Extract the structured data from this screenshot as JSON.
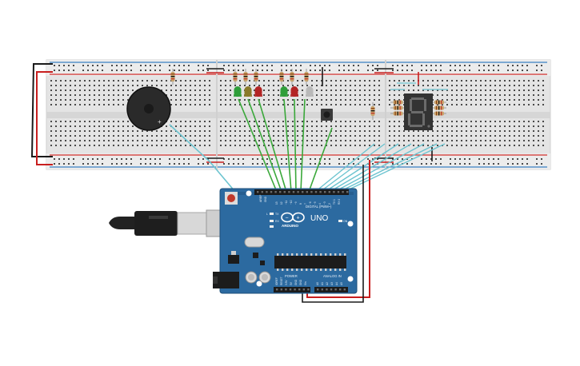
{
  "arduino": {
    "brand": "ARDUINO",
    "model": "UNO",
    "digital_label": "DIGITAL (PWM~)",
    "power_label": "POWER",
    "analog_label": "ANALOG IN",
    "logo_icon": "infinity-logo-icon",
    "led_labels": [
      "TX",
      "RX",
      "L"
    ],
    "on_label": "ON",
    "aref_label": "AREF",
    "gnd_label": "GND",
    "digital_pins": [
      "13",
      "12",
      "~11",
      "~10",
      "~9",
      "8",
      "7",
      "~6",
      "~5",
      "4",
      "~3",
      "2",
      "TX 1",
      "RX 0"
    ],
    "power_pins": [
      "IOREF",
      "RESET",
      "3.3V",
      "5V",
      "GND",
      "GND",
      "Vin"
    ],
    "analog_pins": [
      "A0",
      "A1",
      "A2",
      "A3",
      "A4",
      "A5"
    ]
  },
  "buzzer": {
    "plus_label": "+"
  },
  "colors": {
    "breadboard": "#e6e6e6",
    "rail_red": "#d2302c",
    "rail_blue": "#3a7fc1",
    "board_blue": "#2c6aa0",
    "wire_green": "#3aa83a",
    "wire_cyan": "#6cc4d0",
    "wire_red": "#c81e1e",
    "wire_black": "#1a1a1a"
  },
  "leds": [
    {
      "color": "green"
    },
    {
      "color": "yellow"
    },
    {
      "color": "red"
    },
    {
      "color": "green"
    },
    {
      "color": "red"
    },
    {
      "color": "white"
    }
  ]
}
